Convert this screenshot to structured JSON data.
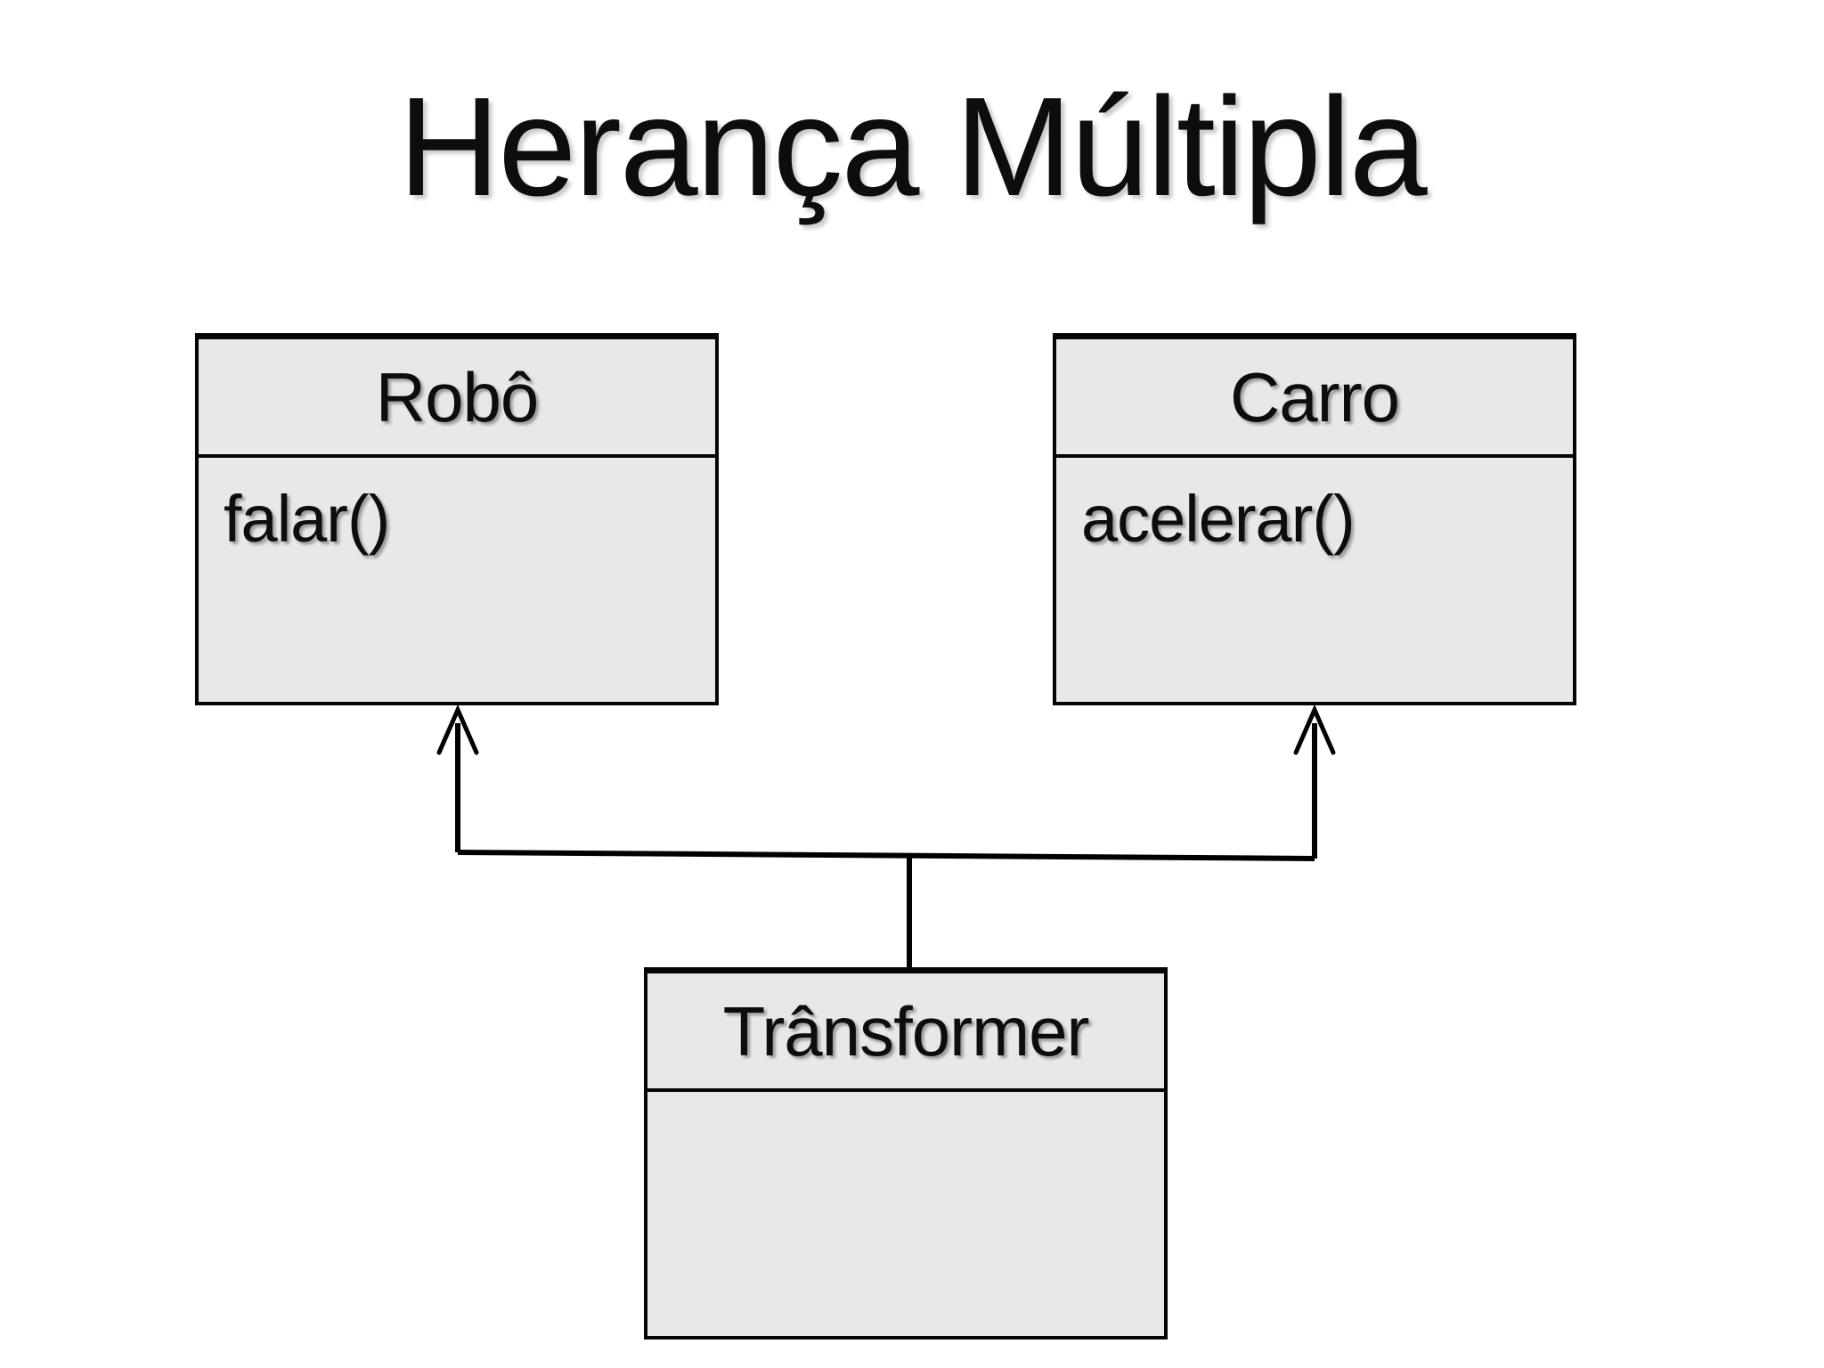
{
  "slide": {
    "title": "Herança Múltipla",
    "background_color": "#ffffff"
  },
  "colors": {
    "box_fill": "#e8e8e8",
    "box_border": "#050505",
    "text": "#0d0d0d",
    "connector": "#000000"
  },
  "classes": [
    {
      "name": "Robô",
      "methods": [
        "falar()"
      ]
    },
    {
      "name": "Carro",
      "methods": [
        "acelerar()"
      ]
    },
    {
      "name": "Trânsformer",
      "methods": []
    }
  ],
  "relationships": [
    {
      "type": "inheritance",
      "child": "Trânsformer",
      "parents": [
        "Robô",
        "Carro"
      ]
    }
  ]
}
